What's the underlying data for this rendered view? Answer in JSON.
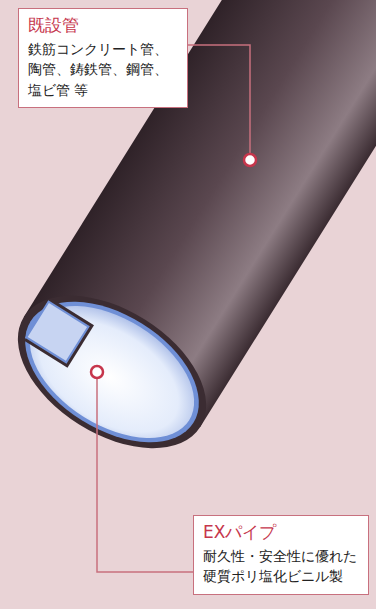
{
  "diagram": {
    "nodes": [
      {
        "text": [
          "既設管",
          "鉄筋コンクリート管、 陶管、鋳鉄管、鋼管、 塩ビ管 等"
        ]
      },
      {
        "text": [
          "EXパイプ",
          "耐久性・安全性に優れた 硬質ポリ塩化ビニル製"
        ]
      }
    ],
    "edges": []
  }
}
